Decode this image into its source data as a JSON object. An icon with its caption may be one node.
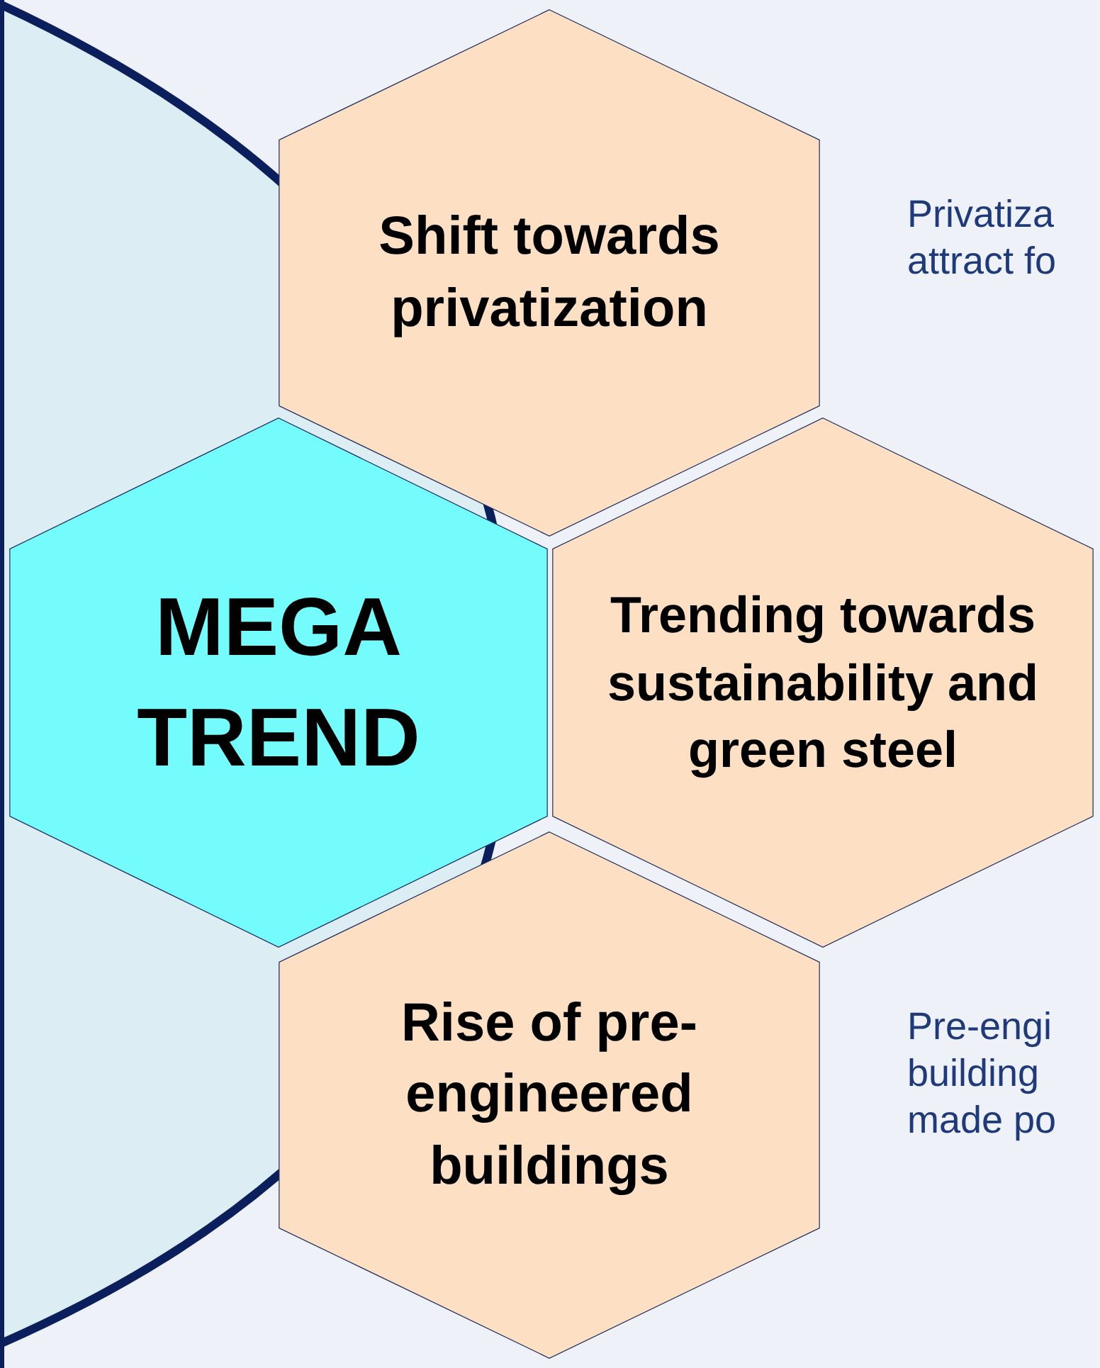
{
  "diagram": {
    "nodes": [
      {
        "text": [
          "Shift towards privatization"
        ]
      },
      {
        "text": [
          "MEGA TREND"
        ]
      },
      {
        "text": [
          "Trending towards sustainability and green steel"
        ]
      },
      {
        "text": [
          "Rise of pre-engineered buildings"
        ]
      }
    ],
    "labels": [
      "Privatiza attract fo",
      "Pre-engi building made po"
    ]
  }
}
